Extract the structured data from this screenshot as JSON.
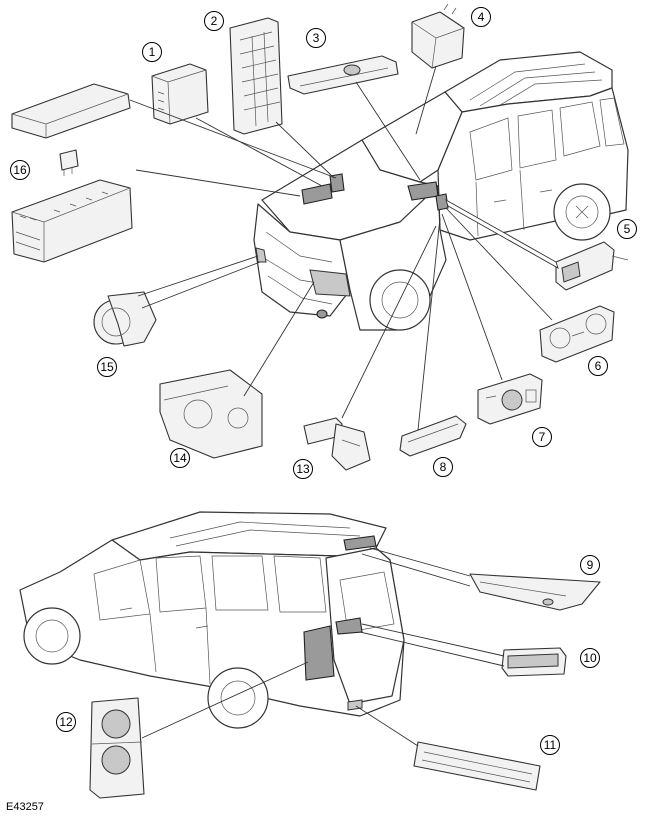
{
  "figure": {
    "reference": "E43257",
    "callouts": [
      {
        "id": "c1",
        "label": "1"
      },
      {
        "id": "c2",
        "label": "2"
      },
      {
        "id": "c3",
        "label": "3"
      },
      {
        "id": "c4",
        "label": "4"
      },
      {
        "id": "c5",
        "label": "5"
      },
      {
        "id": "c6",
        "label": "6"
      },
      {
        "id": "c7",
        "label": "7"
      },
      {
        "id": "c8",
        "label": "8"
      },
      {
        "id": "c9",
        "label": "9"
      },
      {
        "id": "c10",
        "label": "10"
      },
      {
        "id": "c11",
        "label": "11"
      },
      {
        "id": "c12",
        "label": "12"
      },
      {
        "id": "c13",
        "label": "13"
      },
      {
        "id": "c14",
        "label": "14"
      },
      {
        "id": "c15",
        "label": "15"
      },
      {
        "id": "c16",
        "label": "16"
      }
    ]
  }
}
